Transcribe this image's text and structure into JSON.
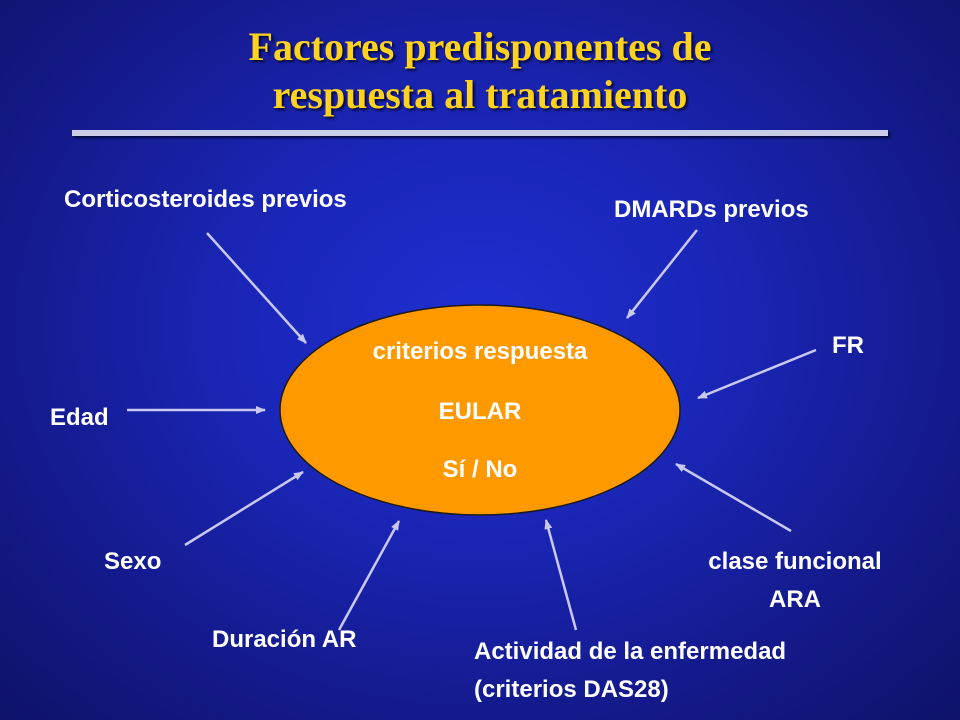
{
  "title": {
    "line1": "Factores predisponentes de",
    "line2": "respuesta al tratamiento"
  },
  "center": {
    "line1": "criterios respuesta",
    "line2": "EULAR",
    "line3": "Sí / No"
  },
  "factors": {
    "corticosteroides": "Corticosteroides previos",
    "dmards": "DMARDs previos",
    "fr": "FR",
    "edad": "Edad",
    "sexo": "Sexo",
    "clase_line1": "clase funcional",
    "clase_line2": "ARA",
    "duracion": "Duración AR",
    "actividad_line1": "Actividad de la enfermedad",
    "actividad_line2": "(criterios DAS28)"
  },
  "colors": {
    "title": "#ffd21e",
    "ellipse": "#ff9900",
    "arrow": "#c8c8f0"
  }
}
